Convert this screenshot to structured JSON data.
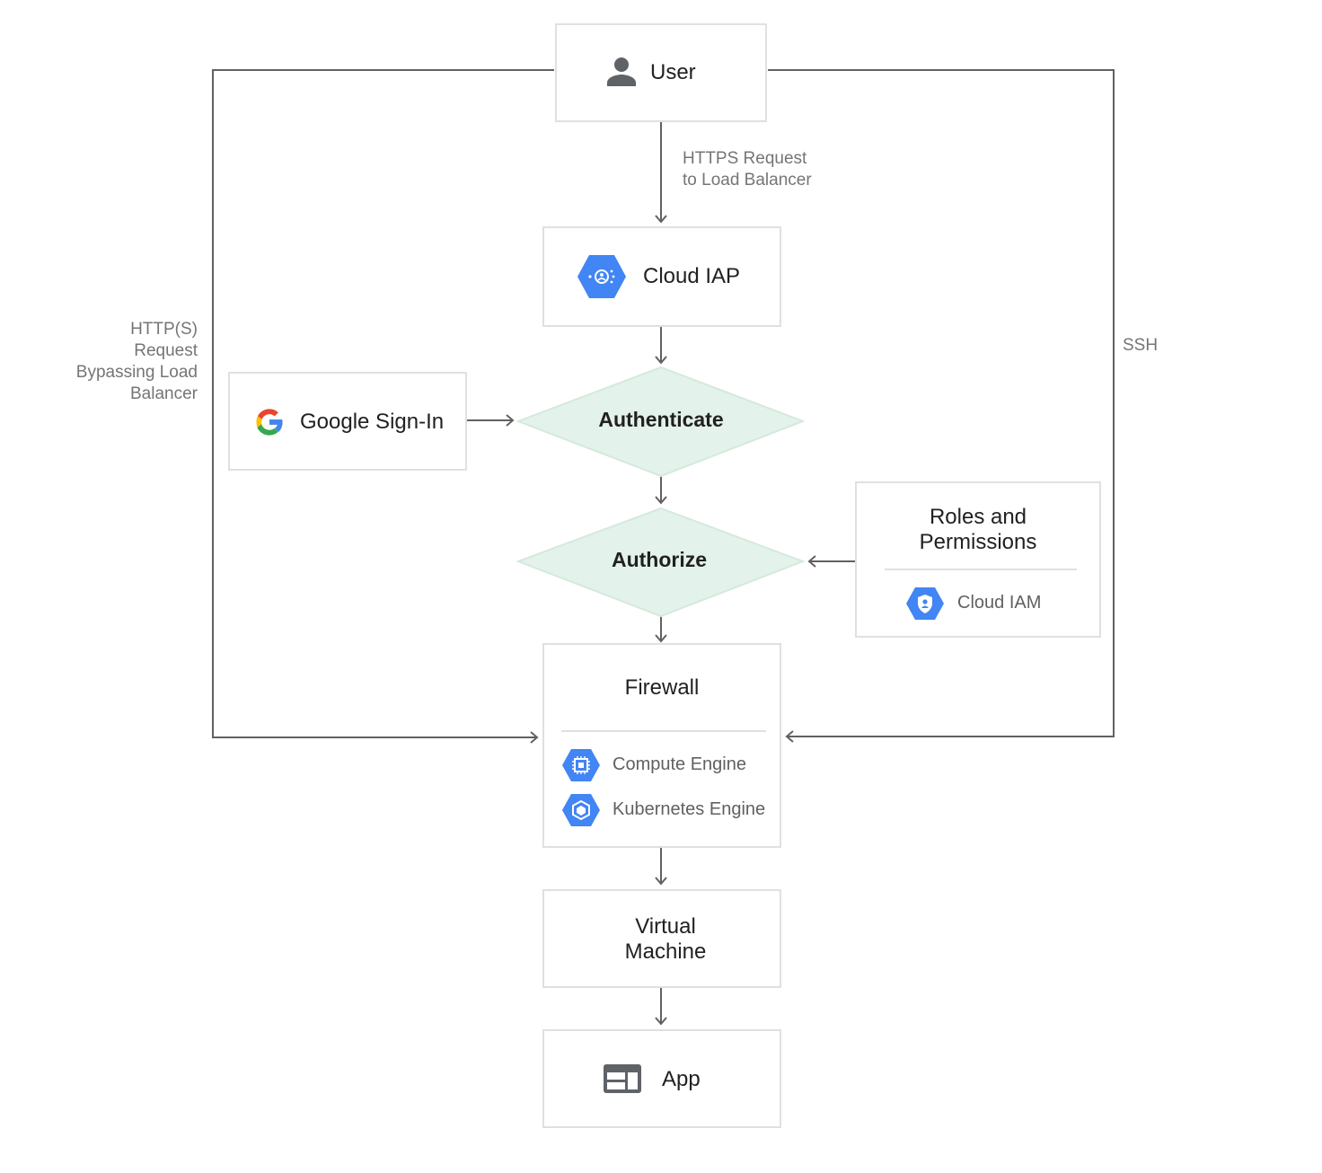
{
  "nodes": {
    "user": "User",
    "cloud_iap": "Cloud IAP",
    "google_signin": "Google Sign-In",
    "authenticate": "Authenticate",
    "authorize": "Authorize",
    "roles_line1": "Roles and",
    "roles_line2": "Permissions",
    "cloud_iam": "Cloud IAM",
    "firewall": "Firewall",
    "compute_engine": "Compute Engine",
    "kubernetes_engine": "Kubernetes Engine",
    "vm_line1": "Virtual",
    "vm_line2": "Machine",
    "app": "App"
  },
  "edges": {
    "https_line1": "HTTPS Request",
    "https_line2": "to Load Balancer",
    "bypass_line1": "HTTP(S)",
    "bypass_line2": "Request",
    "bypass_line3": "Bypassing Load",
    "bypass_line4": "Balancer",
    "ssh": "SSH"
  },
  "icons": {
    "user": "person-icon",
    "cloud_iap": "cloud-iap-icon",
    "google": "google-g-icon",
    "cloud_iam": "cloud-iam-icon",
    "compute_engine": "compute-engine-icon",
    "kubernetes_engine": "kubernetes-engine-icon",
    "app": "app-window-icon"
  },
  "colors": {
    "gcp_blue": "#4285f4",
    "decision_fill": "#e3f2ea",
    "decision_stroke": "#d5e9dc",
    "box_border": "#e0e0e0",
    "line": "#616161"
  }
}
